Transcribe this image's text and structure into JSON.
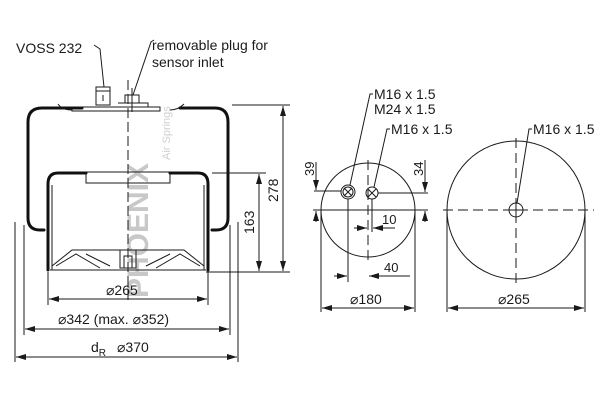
{
  "title": "Air spring technical drawing",
  "watermark": {
    "brand": "PHOENIX",
    "subtitle": "Air Springs"
  },
  "side_view": {
    "callouts": {
      "connector": "VOSS 232",
      "plug_line1": "removable plug for",
      "plug_line2": "sensor inlet"
    },
    "dimensions": {
      "height_total": "278",
      "height_piston": "163",
      "piston_diameter": "⌀265",
      "bellow_diameter": "⌀342 (max. ⌀352)",
      "dr_label": "d",
      "dr_subscript": "R",
      "dr_diameter": "⌀370"
    }
  },
  "top_plate_view": {
    "callouts": {
      "thread_a_line1": "M16 x 1.5",
      "thread_a_line2": "M24 x 1.5",
      "thread_b": "M16 x 1.5"
    },
    "dimensions": {
      "offset_left": "39",
      "offset_right": "34",
      "spacing_small": "10",
      "spacing_large": "40",
      "diameter": "⌀180"
    }
  },
  "bottom_view": {
    "callouts": {
      "thread": "M16 x 1.5"
    },
    "dimensions": {
      "diameter": "⌀265"
    }
  }
}
